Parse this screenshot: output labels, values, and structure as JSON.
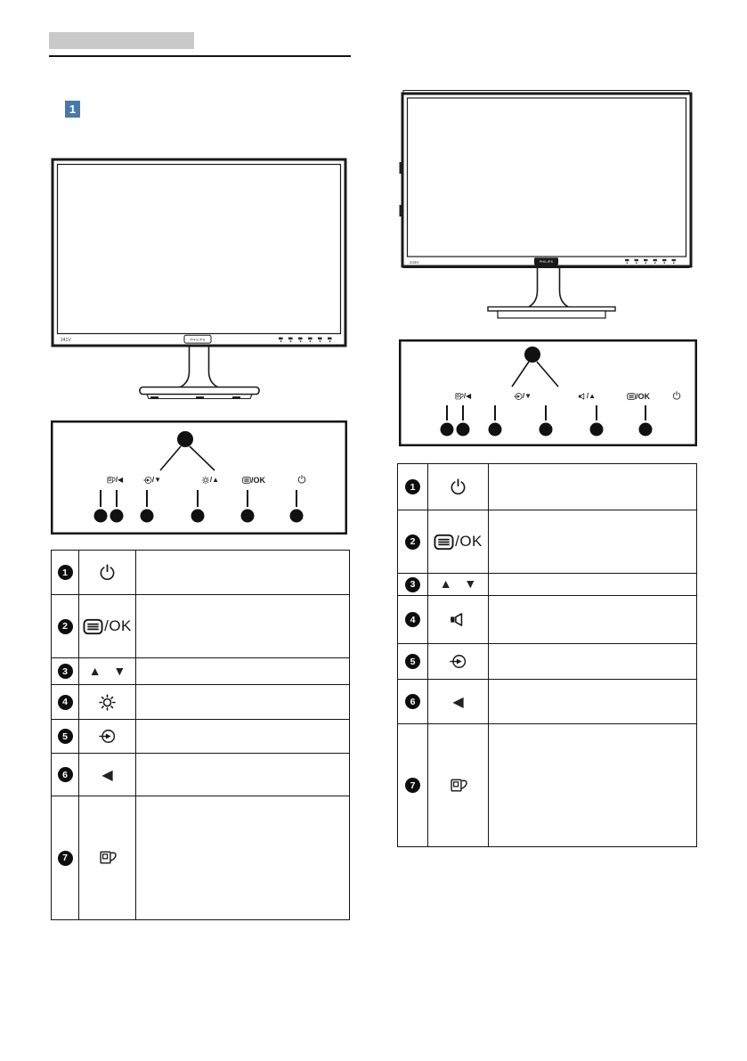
{
  "header": {
    "section_number": "1"
  },
  "colors": {
    "accent_blue": "#4779ab",
    "header_gray": "#c9c9c9",
    "line": "#1a1a1a"
  },
  "monitors": {
    "left": {
      "model": "241V",
      "brand": "PHILIPS"
    },
    "right": {
      "model": "243V",
      "brand": "PHILIPS"
    }
  },
  "icon_map": {
    "power-icon": "circle with vertical bar",
    "menu-icon": "rounded rect with 3 lines",
    "input-source-icon": "arrow entering circle",
    "brightness-icon": "sun with rays",
    "volume-icon": "speaker",
    "smartimage-icon": "framed picture with page curl",
    "back-icon": "◀",
    "up-icon": "▲",
    "down-icon": "▼"
  },
  "glyphs": {
    "up_down": "▲ ▼",
    "back": "◀",
    "menu_ok_suffix": "/OK"
  },
  "panels": {
    "left": {
      "labels": [
        {
          "icon": "smartimage-icon",
          "suffix": "/◀"
        },
        {
          "icon": "input-source-icon",
          "suffix": "/▼"
        },
        {
          "icon": "brightness-icon",
          "suffix": "/▲"
        },
        {
          "icon": "menu-icon",
          "suffix": "/OK"
        },
        {
          "icon": "power-icon",
          "suffix": ""
        }
      ]
    },
    "right": {
      "labels": [
        {
          "icon": "smartimage-icon",
          "suffix": "/◀"
        },
        {
          "icon": "input-source-icon",
          "suffix": "/▼"
        },
        {
          "icon": "volume-icon",
          "suffix": "/▲"
        },
        {
          "icon": "menu-icon",
          "suffix": "/OK"
        },
        {
          "icon": "power-icon",
          "suffix": ""
        }
      ]
    }
  },
  "tables": {
    "left": {
      "rows": [
        {
          "num": "1",
          "icon": "power-icon",
          "desc": ""
        },
        {
          "num": "2",
          "icon": "menu-icon",
          "desc": ""
        },
        {
          "num": "3",
          "icon": "up-down-icons",
          "desc": ""
        },
        {
          "num": "4",
          "icon": "brightness-icon",
          "desc": ""
        },
        {
          "num": "5",
          "icon": "input-source-icon",
          "desc": ""
        },
        {
          "num": "6",
          "icon": "back-icon",
          "desc": ""
        },
        {
          "num": "7",
          "icon": "smartimage-icon",
          "desc": ""
        }
      ]
    },
    "right": {
      "rows": [
        {
          "num": "1",
          "icon": "power-icon",
          "desc": ""
        },
        {
          "num": "2",
          "icon": "menu-icon",
          "desc": ""
        },
        {
          "num": "3",
          "icon": "up-down-icons",
          "desc": ""
        },
        {
          "num": "4",
          "icon": "volume-icon",
          "desc": ""
        },
        {
          "num": "5",
          "icon": "input-source-icon",
          "desc": ""
        },
        {
          "num": "6",
          "icon": "back-icon",
          "desc": ""
        },
        {
          "num": "7",
          "icon": "smartimage-icon",
          "desc": ""
        }
      ]
    }
  }
}
